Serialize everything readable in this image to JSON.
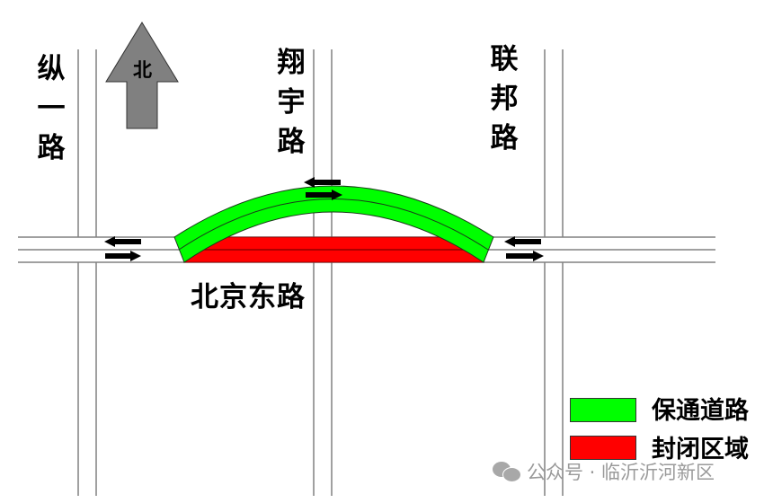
{
  "roads": {
    "vertical": [
      {
        "name": "纵一路",
        "chars": [
          "纵",
          "一",
          "路"
        ]
      },
      {
        "name": "翔宇路",
        "chars": [
          "翔",
          "宇",
          "路"
        ]
      },
      {
        "name": "联邦路",
        "chars": [
          "联",
          "邦",
          "路"
        ]
      }
    ],
    "horizontal": {
      "name": "北京东路"
    }
  },
  "compass": {
    "label": "北",
    "icon": "north-arrow-icon",
    "color": "#808080"
  },
  "legend": {
    "items": [
      {
        "label": "保通道路",
        "color": "#00ff00"
      },
      {
        "label": "封闭区域",
        "color": "#ff0000"
      }
    ]
  },
  "colors": {
    "detour": "#00ff00",
    "closed": "#ff0000",
    "road_line": "#808080"
  },
  "watermark": {
    "text": "公众号 · 临沂沂河新区",
    "icon": "wechat-icon"
  }
}
